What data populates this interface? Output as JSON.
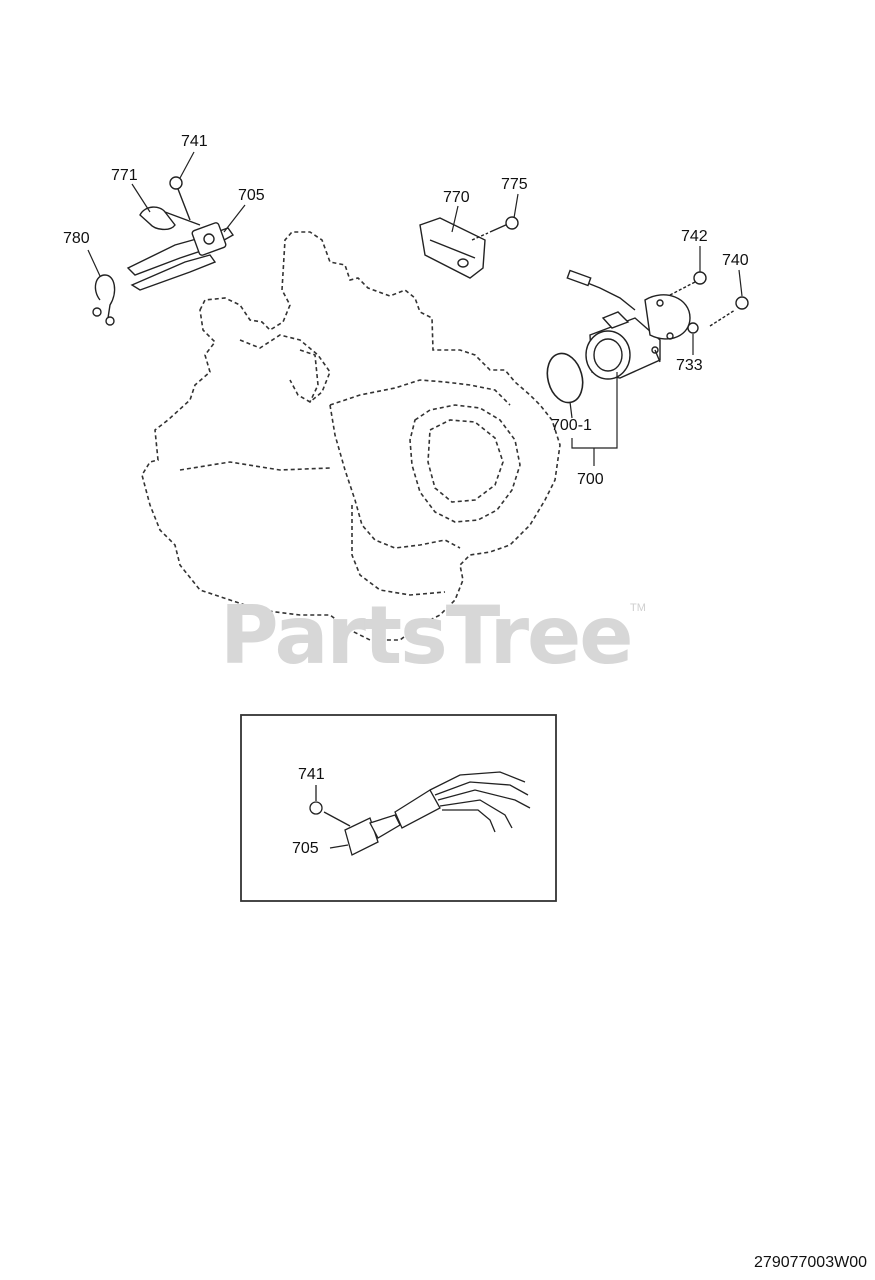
{
  "watermark": {
    "text": "PartsTree",
    "trademark": "TM"
  },
  "callouts": {
    "c741": "741",
    "c771": "771",
    "c705": "705",
    "c780": "780",
    "c770": "770",
    "c775": "775",
    "c742": "742",
    "c740": "740",
    "c733": "733",
    "c700_1": "700-1",
    "c700": "700"
  },
  "inset_callouts": {
    "c741": "741",
    "c705": "705"
  },
  "diagram_code": "279077003W00"
}
